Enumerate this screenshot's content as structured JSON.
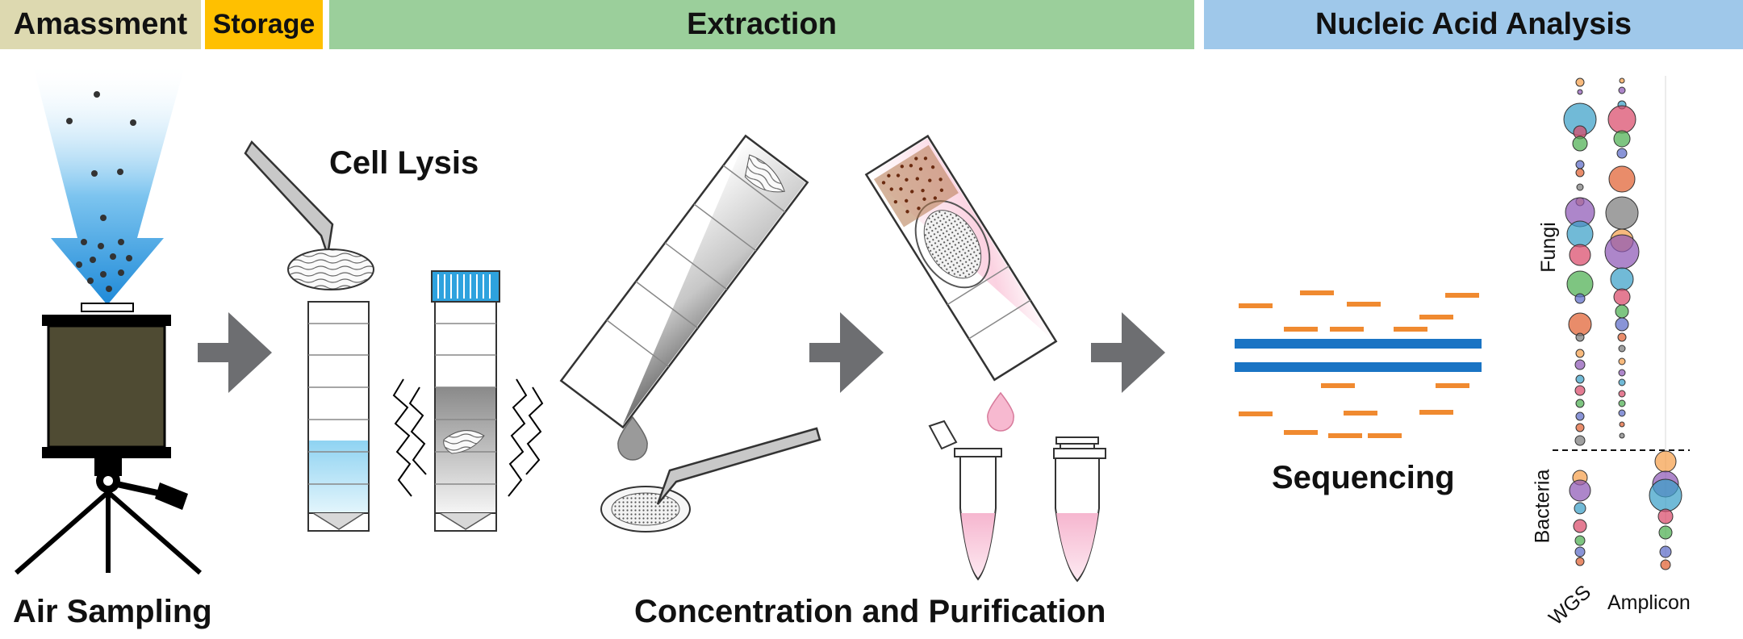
{
  "headers": {
    "amassment": "Amassment",
    "storage": "Storage",
    "extraction": "Extraction",
    "analysis": "Nucleic Acid Analysis"
  },
  "labels": {
    "air_sampling": "Air Sampling",
    "cell_lysis": "Cell Lysis",
    "concentration": "Concentration and Purification",
    "sequencing": "Sequencing",
    "fungi": "Fungi",
    "bacteria": "Bacteria",
    "wgs": "WGS",
    "amplicon": "Amplicon"
  },
  "colors": {
    "amassment": "#ddd9b0",
    "storage": "#ffc000",
    "extraction": "#9bcf9b",
    "analysis": "#9fc8ea",
    "arrow": "#6d6e71",
    "read": "#f08a30",
    "strand": "#1a74c4"
  }
}
